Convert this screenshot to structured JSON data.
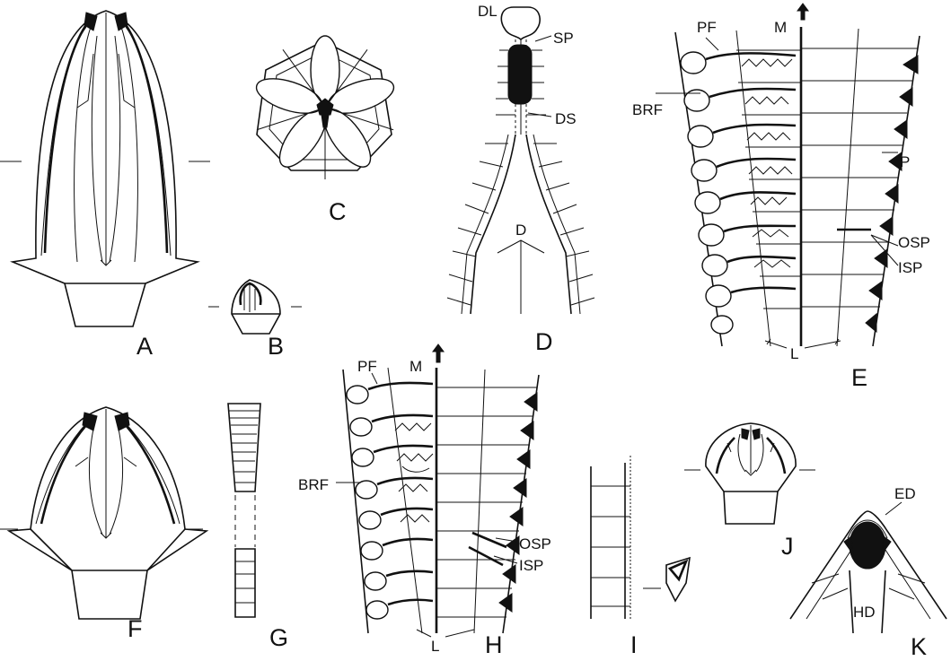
{
  "panels": [
    {
      "id": "a",
      "label": "A"
    },
    {
      "id": "b",
      "label": "B"
    },
    {
      "id": "c",
      "label": "C"
    },
    {
      "id": "d",
      "label": "D"
    },
    {
      "id": "e",
      "label": "E"
    },
    {
      "id": "f",
      "label": "F"
    },
    {
      "id": "g",
      "label": "G"
    },
    {
      "id": "h",
      "label": "H"
    },
    {
      "id": "i",
      "label": "I"
    },
    {
      "id": "j",
      "label": "J"
    },
    {
      "id": "k",
      "label": "K"
    }
  ],
  "annotations": {
    "d": {
      "dl": "DL",
      "sp": "SP",
      "ds": "DS",
      "d": "D"
    },
    "e": {
      "pf": "PF",
      "m": "M",
      "brf": "BRF",
      "p": "P",
      "osp": "OSP",
      "isp": "ISP",
      "l": "L"
    },
    "h": {
      "pf": "PF",
      "m": "M",
      "brf": "BRF",
      "osp": "OSP",
      "isp": "ISP",
      "l": "L"
    },
    "k": {
      "ed": "ED",
      "hd": "HD"
    }
  }
}
